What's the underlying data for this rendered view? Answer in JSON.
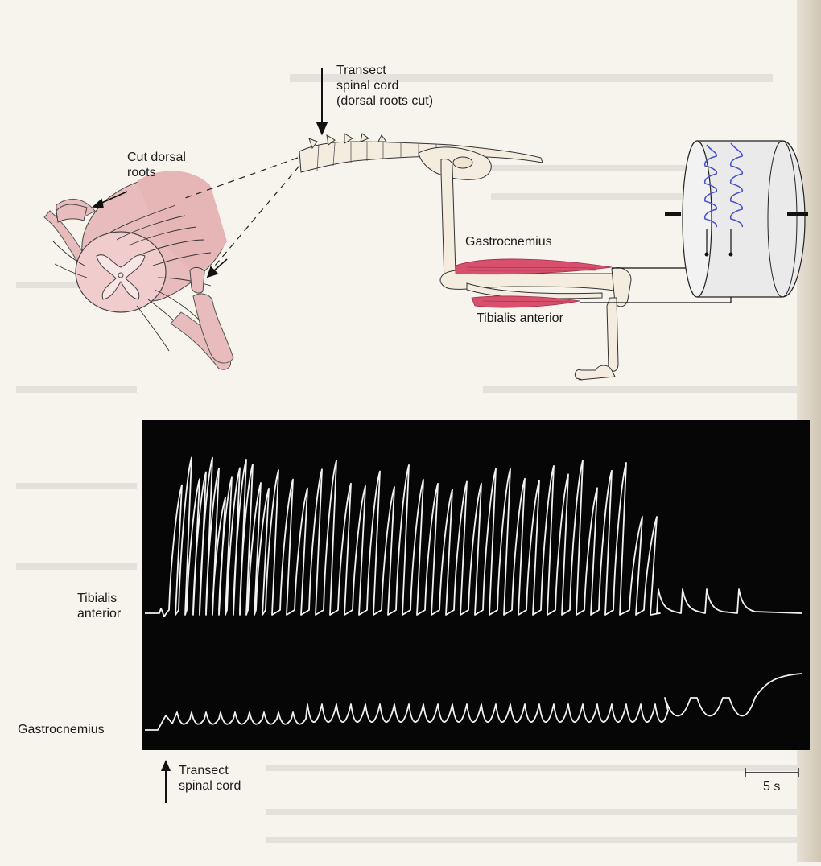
{
  "labels": {
    "transect_top_line1": "Transect",
    "transect_top_line2": "spinal cord",
    "transect_top_line3": "(dorsal roots cut)",
    "cut_dorsal_line1": "Cut dorsal",
    "cut_dorsal_line2": "roots",
    "gastrocnemius": "Gastrocnemius",
    "tibialis_anterior": "Tibialis anterior",
    "trace_tibialis_line1": "Tibialis",
    "trace_tibialis_line2": "anterior",
    "trace_gastrocnemius": "Gastrocnemius",
    "transect_bottom_line1": "Transect",
    "transect_bottom_line2": "spinal cord",
    "scale_bar": "5 s"
  },
  "colors": {
    "muscle": "#d9506e",
    "spinal_tissue": "#e8bcbc",
    "bone": "#f5ece0",
    "kymograph_trace": "#4b53c9",
    "recording_bg": "#060606",
    "recording_trace": "#f2f2f2"
  }
}
